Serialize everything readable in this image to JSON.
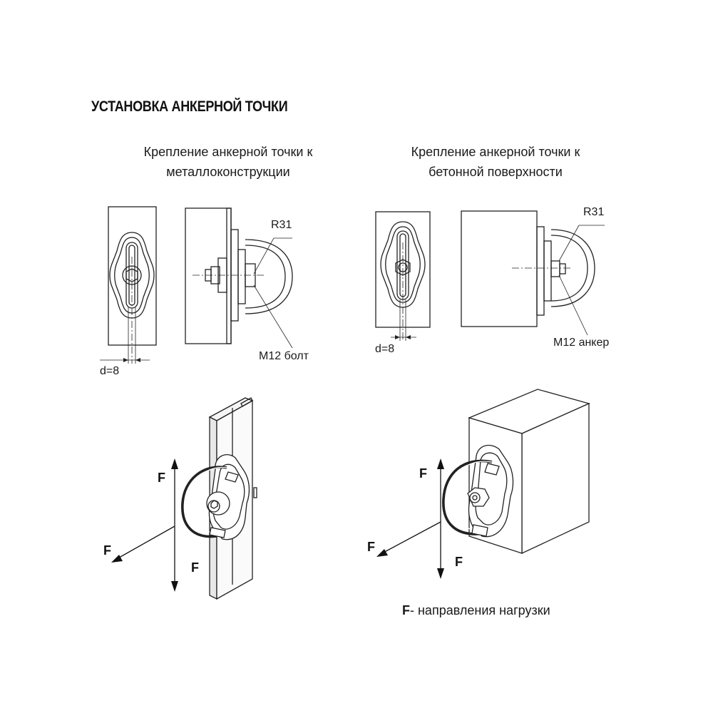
{
  "title": "УСТАНОВКА АНКЕРНОЙ ТОЧКИ",
  "captions": {
    "left_line1": "Крепление анкерной точки к",
    "left_line2": "металлоконструкции",
    "right_line1": "Крепление анкерной точки к",
    "right_line2": "бетонной поверхности"
  },
  "labels": {
    "r31_left": "R31",
    "r31_right": "R31",
    "d_left": "d=8",
    "d_right": "d=8",
    "bolt": "M12 болт",
    "anchor": "M12 анкер"
  },
  "force": {
    "symbol": "F",
    "legend_symbol": "F",
    "legend_text": "- направления нагрузки"
  }
}
